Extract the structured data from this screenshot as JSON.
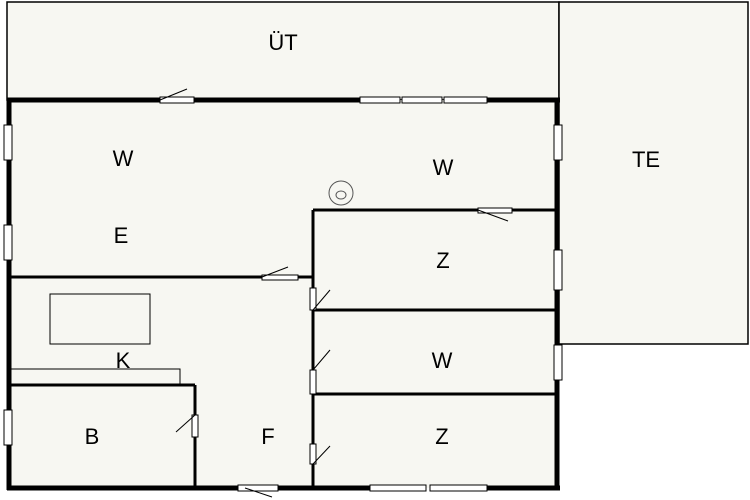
{
  "colors": {
    "wall": "#000000",
    "fill": "#f7f7f2",
    "background": "#ffffff",
    "window": "#ffffff"
  },
  "rooms": {
    "ut": "ÜT",
    "te": "TE",
    "w_left": "W",
    "w_right": "W",
    "e": "E",
    "z_upper": "Z",
    "k": "K",
    "w_middle": "W",
    "b": "B",
    "f": "F",
    "z_lower": "Z"
  },
  "icons": {
    "stove": "round-stove-icon"
  }
}
